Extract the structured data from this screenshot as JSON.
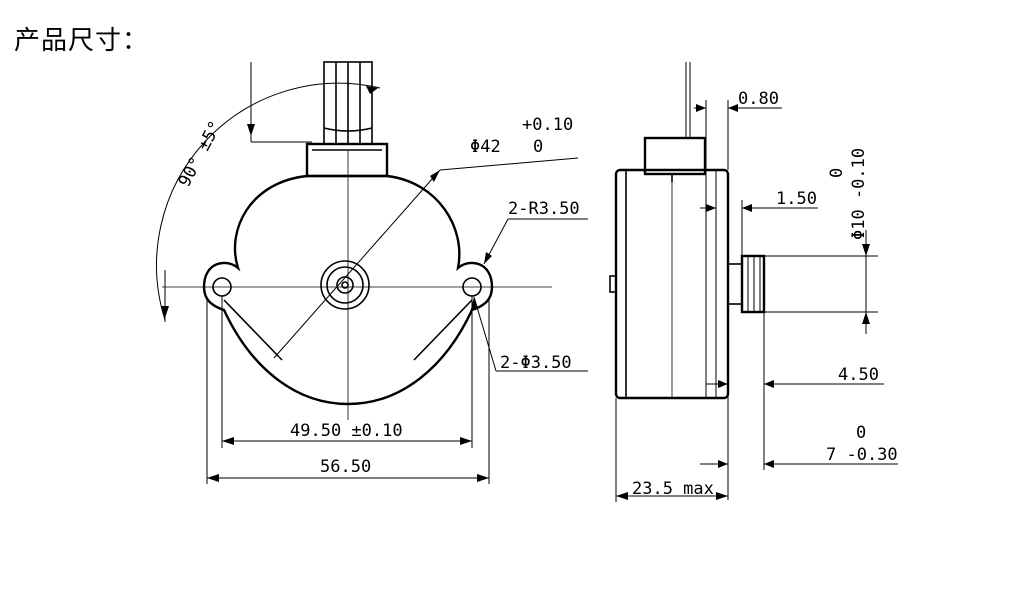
{
  "page": {
    "title": "产品尺寸："
  },
  "front_view": {
    "angle_label": "90° ±5°",
    "diameter_label": "Φ42",
    "diameter_tol_upper": "+0.10",
    "diameter_tol_lower": "0",
    "radius_label": "2-R3.50",
    "hole_label": "2-Φ3.50",
    "hole_spacing_label": "49.50 ±0.10",
    "overall_width_label": "56.50"
  },
  "side_view": {
    "dim_0_80": "0.80",
    "dim_1_50": "1.50",
    "gear_dia_tol_upper": "0",
    "gear_dia_label": "Φ10 -0.10",
    "dim_4_50": "4.50",
    "dim_7_upper": "0",
    "dim_7_label": "7 -0.30",
    "depth_label": "23.5 max"
  }
}
